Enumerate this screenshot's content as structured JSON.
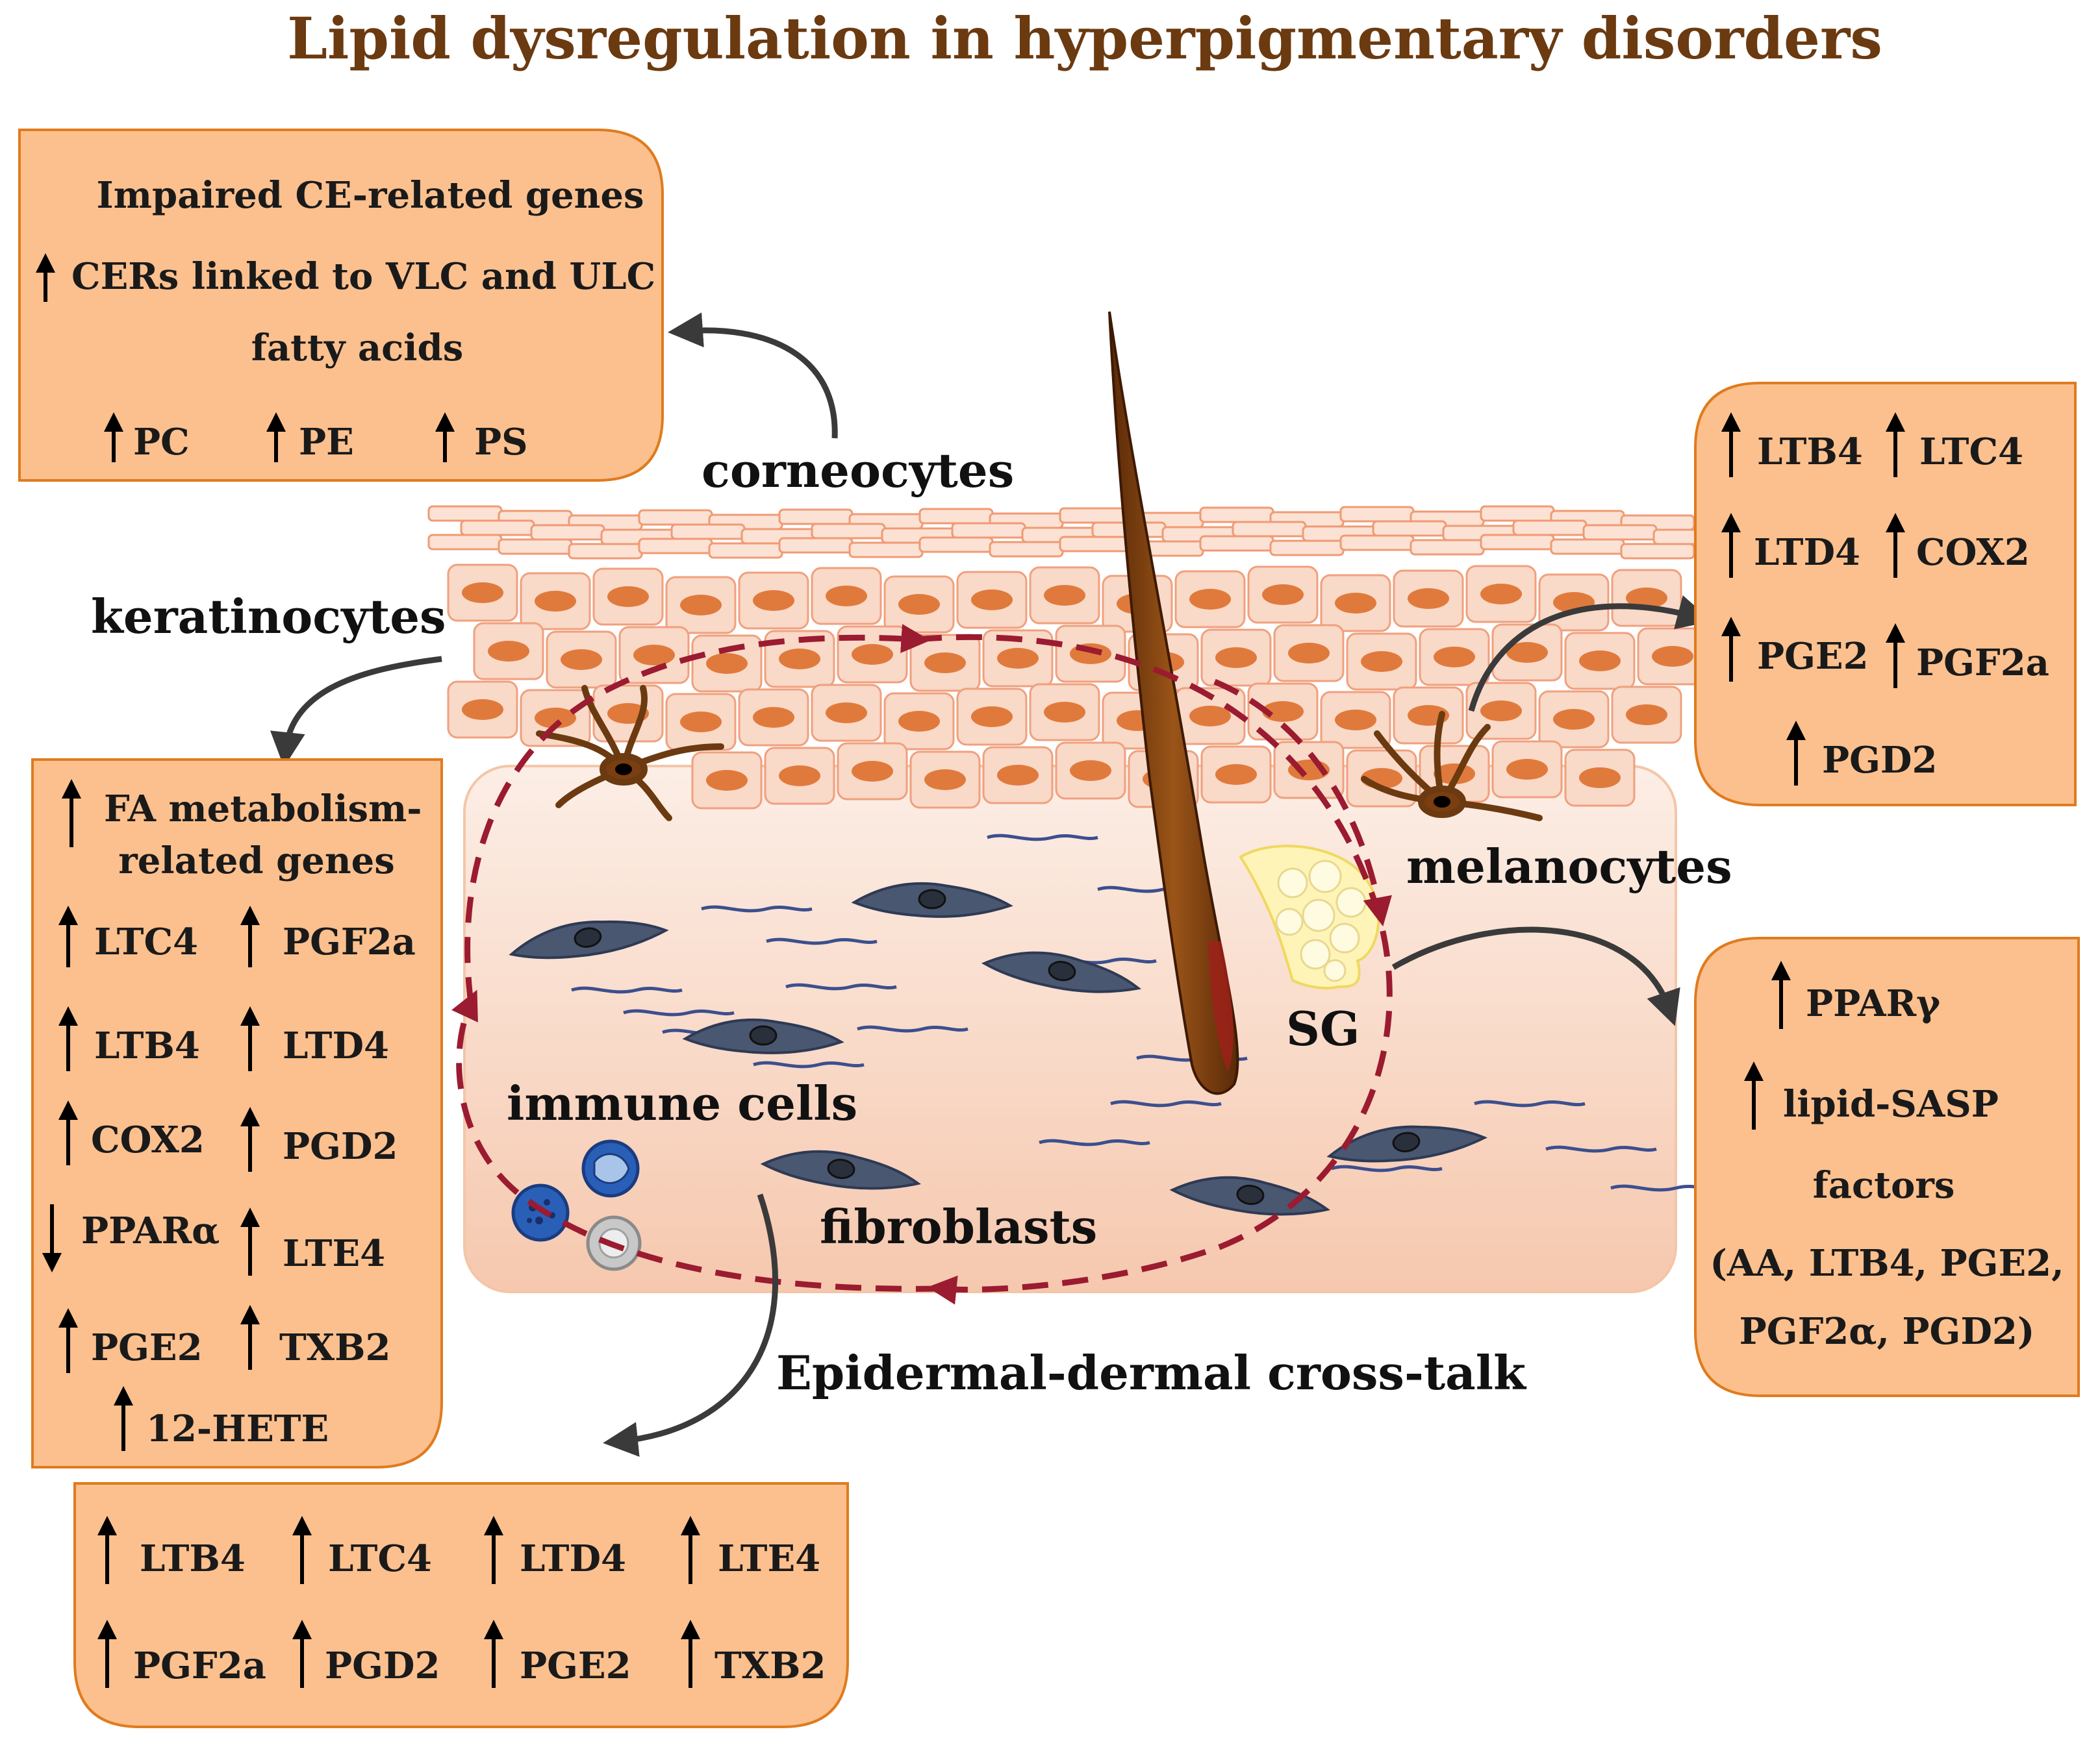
{
  "title": "Lipid dysregulation in hyperpigmentary disorders",
  "colors": {
    "title": "#6B3A10",
    "box_fill": "#FBC08E",
    "box_border": "#E07B1E",
    "crosstalk": "#9B1B30",
    "epidermis_cell": "#F9D9C8",
    "nucleus": "#E07A3C",
    "fibroblast": "#4A5770",
    "hair": "#7A3E10"
  },
  "labels": {
    "corneocytes": "corneocytes",
    "keratinocytes": "keratinocytes",
    "melanocytes": "melanocytes",
    "sg": "SG",
    "immune_cells": "immune cells",
    "fibroblasts": "fibroblasts",
    "crosstalk": "Epidermal-dermal cross-talk"
  },
  "box_corneocytes": {
    "line1": "Impaired CE-related genes",
    "line2": "CERs linked to VLC and ULC",
    "line3": "fatty acids",
    "pc": "PC",
    "pe": "PE",
    "ps": "PS"
  },
  "box_keratinocytes": {
    "line1": "FA metabolism-",
    "line2": "related genes",
    "ltc4": "LTC4",
    "pgf2a": "PGF2a",
    "ltb4": "LTB4",
    "ltd4": "LTD4",
    "cox2": "COX2",
    "pgd2": "PGD2",
    "ppara": "PPARα",
    "lte4": "LTE4",
    "pge2": "PGE2",
    "txb2": "TXB2",
    "hete": "12-HETE"
  },
  "box_melanocytes": {
    "ltb4": "LTB4",
    "ltc4": "LTC4",
    "ltd4": "LTD4",
    "cox2": "COX2",
    "pge2": "PGE2",
    "pgf2a": "PGF2a",
    "pgd2": "PGD2"
  },
  "box_fibroblasts": {
    "ppargamma": "PPARγ",
    "lipid_sasp": "lipid-SASP",
    "factors": "factors",
    "list1": "(AA, LTB4, PGE2,",
    "list2": "PGF2α, PGD2)"
  },
  "box_immune": {
    "ltb4": "LTB4",
    "ltc4": "LTC4",
    "ltd4": "LTD4",
    "lte4": "LTE4",
    "pgf2a": "PGF2a",
    "pgd2": "PGD2",
    "pge2": "PGE2",
    "txb2": "TXB2"
  }
}
